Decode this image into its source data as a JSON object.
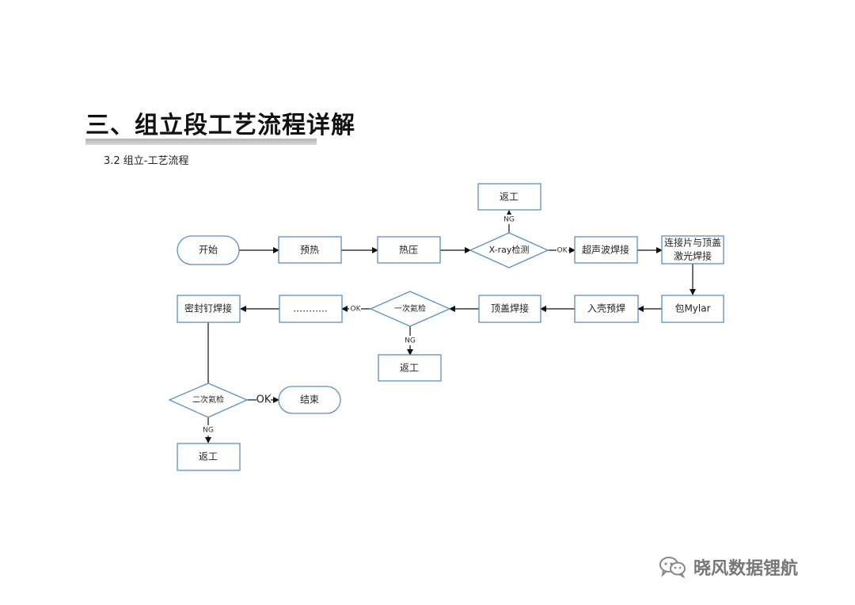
{
  "header": {
    "title": "三、组立段工艺流程详解",
    "subtitle": "3.2 组立-工艺流程"
  },
  "nodes": {
    "start": "开始",
    "preheat": "预热",
    "hot_press": "热压",
    "xray": "X-ray检测",
    "rework_xray": "返工",
    "ultrasonic": "超声波焊接",
    "tab_laser_line1": "连接片与顶盖",
    "tab_laser_line2": "激光焊接",
    "mylar": "包Mylar",
    "shell_prewelding": "入壳预焊",
    "top_cover_welding": "顶盖焊接",
    "he_check_1": "一次氦检",
    "rework_he1": "返工",
    "dots": "………..",
    "seal_nail_welding": "密封钉焊接",
    "he_check_2": "二次氦检",
    "end": "结束",
    "rework_he2": "返工"
  },
  "edge_labels": {
    "xray_ng": "NG",
    "xray_ok": "OK",
    "he1_ok": "OK",
    "he1_ng": "NG",
    "he2_ok": "OK",
    "he2_ng": "NG"
  },
  "colors": {
    "node_border": "#5b8fc9",
    "node_fill": "#ffffff",
    "title_bar": "#c8c8c8",
    "watermark": "#777777"
  },
  "watermark": {
    "text": "晓风数据锂航",
    "icon": "wechat-icon"
  }
}
